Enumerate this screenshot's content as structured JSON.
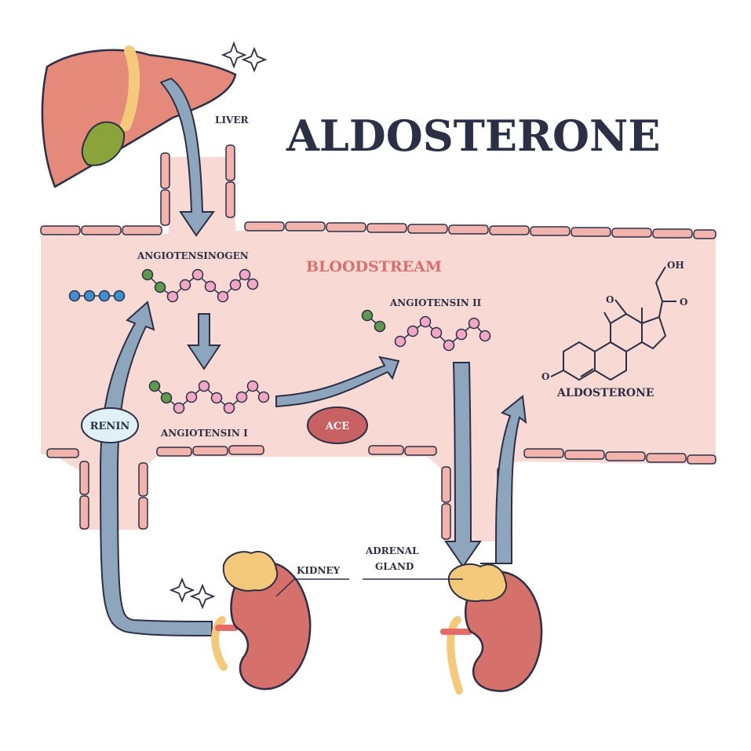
{
  "title": "ALDOSTERONE",
  "labels": {
    "liver": "LIVER",
    "bloodstream": "BLOODSTREAM",
    "angiotensinogen": "ANGIOTENSINOGEN",
    "angiotensin_i": "ANGIOTENSIN I",
    "angiotensin_ii": "ANGIOTENSIN II",
    "aldosterone": "ALDOSTERONE",
    "renin": "RENIN",
    "ace": "ACE",
    "kidney": "KIDNEY",
    "adrenal_line1": "ADRENAL",
    "adrenal_line2": "GLAND",
    "oh": "OH",
    "o1": "O",
    "o2": "O",
    "o3": "O"
  },
  "colors": {
    "ink": "#2b3046",
    "bloodstream_fill": "#f9d9d3",
    "vessel_wall": "#f2b3ac",
    "cell": "#ef9c95",
    "title": "#2b3046",
    "bloodstream_label": "#d9706e",
    "arrow": "#8ea6bd",
    "blue_bead": "#3f8fd3",
    "green_bead": "#5e9a4e",
    "pink_bead": "#f2a8c4",
    "liver": "#e58a7a",
    "gallbladder": "#8aa43a",
    "kidney": "#d6706b",
    "adrenal": "#f5c97a",
    "renin_fill": "#dff1f7",
    "ace_fill": "#c86262"
  }
}
